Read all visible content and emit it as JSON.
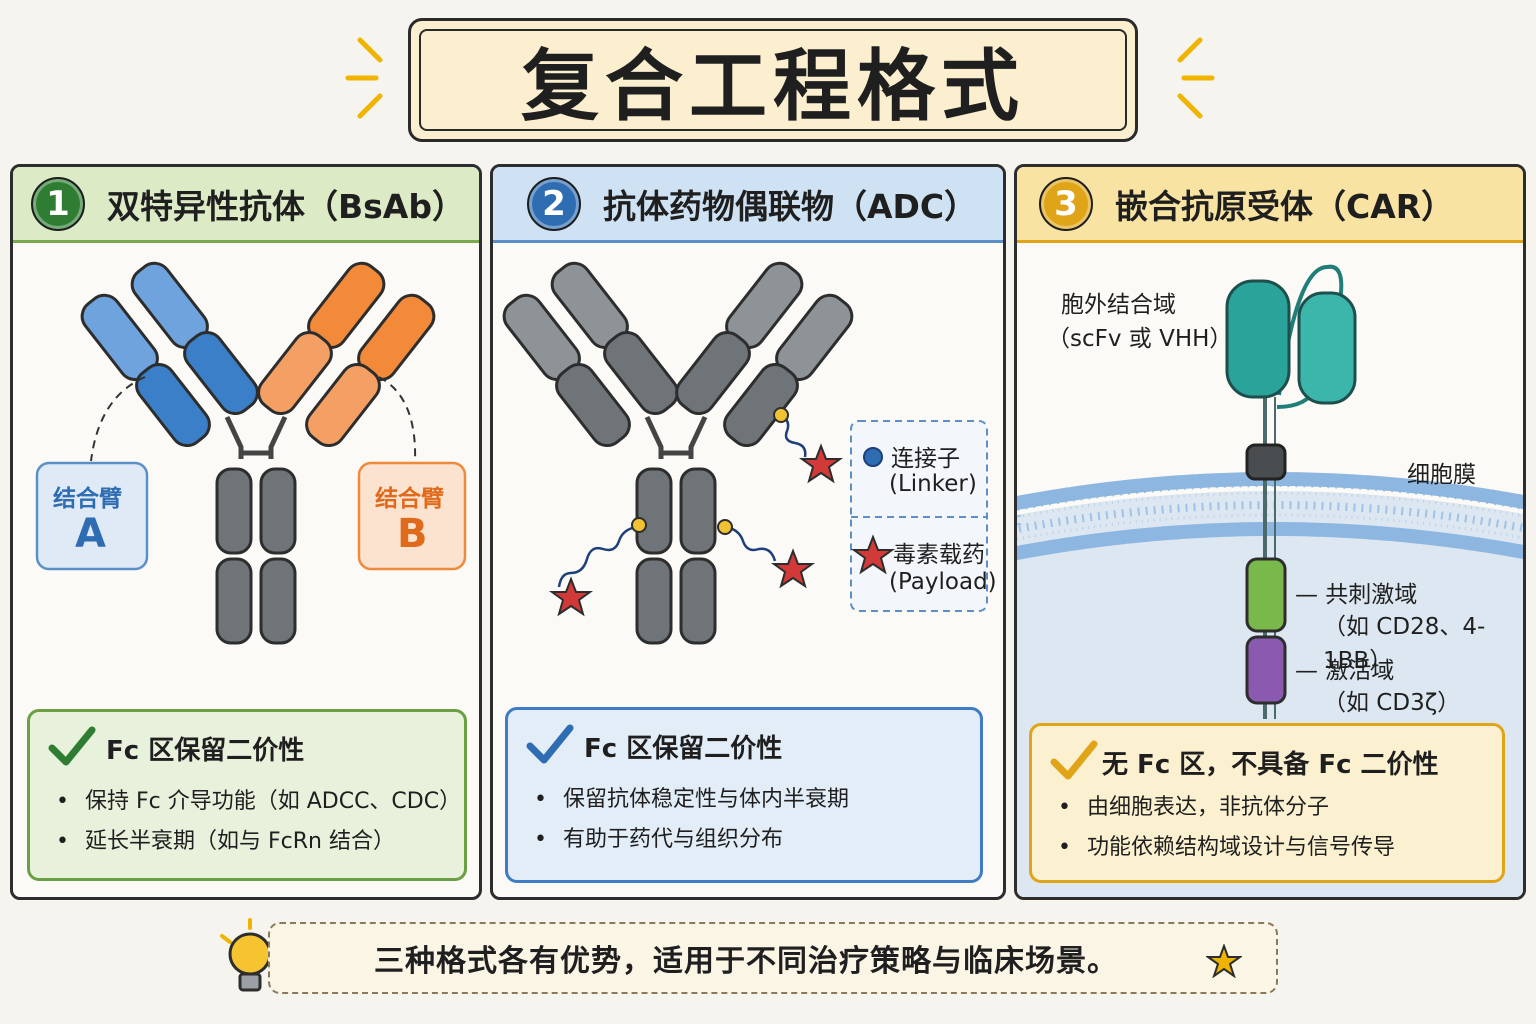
{
  "title": "复合工程格式",
  "panels": [
    {
      "number": "1",
      "title": "双特异性抗体（BsAb）",
      "labels": {
        "arm_a_line1": "结合臂",
        "arm_a_line2": "A",
        "arm_b_line1": "结合臂",
        "arm_b_line2": "B"
      },
      "info": {
        "title": "Fc 区保留二价性",
        "bullets": [
          "保持 Fc 介导功能（如 ADCC、CDC）",
          "延长半衰期（如与 FcRn 结合）"
        ]
      }
    },
    {
      "number": "2",
      "title": "抗体药物偶联物（ADC）",
      "legend": {
        "linker_cn": "连接子",
        "linker_en": "(Linker)",
        "payload_cn": "毒素载药",
        "payload_en": "(Payload)"
      },
      "info": {
        "title": "Fc 区保留二价性",
        "bullets": [
          "保留抗体稳定性与体内半衰期",
          "有助于药代与组织分布"
        ]
      }
    },
    {
      "number": "3",
      "title": "嵌合抗原受体（CAR）",
      "labels": {
        "extracellular_line1": "胞外结合域",
        "extracellular_line2": "（scFv 或 VHH）",
        "membrane": "细胞膜",
        "costim_line1": "— 共刺激域",
        "costim_line2": "（如 CD28、4-1BB）",
        "activation_line1": "— 激活域",
        "activation_line2": "（如 CD3ζ）"
      },
      "info": {
        "title": "无 Fc 区，不具备 Fc 二价性",
        "bullets": [
          "由细胞表达，非抗体分子",
          "功能依赖结构域设计与信号传导"
        ]
      }
    }
  ],
  "footer": "三种格式各有优势，适用于不同治疗策略与临床场景。",
  "colors": {
    "green": "#2f7d32",
    "blue": "#2f6db3",
    "gold": "#e0a418",
    "grey_domain": "#6f7478",
    "orange": "#ee7a2c",
    "light_blue": "#4a90d9",
    "teal": "#2aa39a",
    "purple": "#8a5ab0",
    "lime": "#79b84b",
    "star_red": "#d23a3a"
  }
}
